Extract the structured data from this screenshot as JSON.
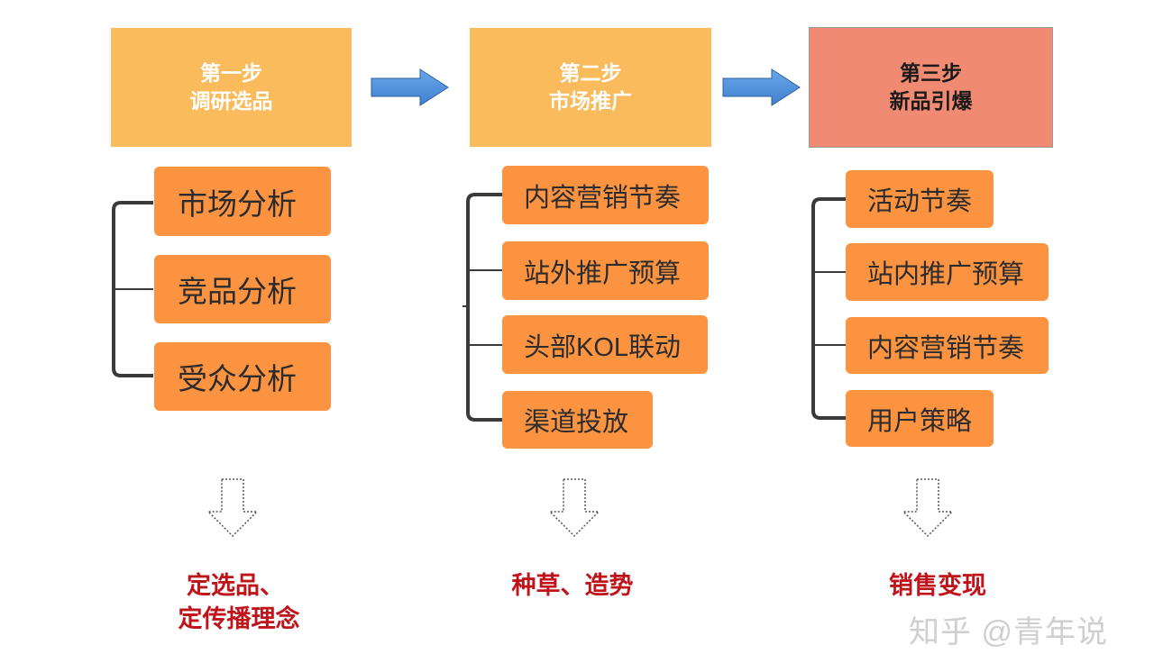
{
  "steps": [
    {
      "title": "第一步",
      "subtitle": "调研选品",
      "color": "#f9bb5b"
    },
    {
      "title": "第二步",
      "subtitle": "市场推广",
      "color": "#f9bb5b"
    },
    {
      "title": "第三步",
      "subtitle": "新品引爆",
      "color": "#f08a73"
    }
  ],
  "columns": [
    {
      "items": [
        "市场分析",
        "竞品分析",
        "受众分析"
      ]
    },
    {
      "items": [
        "内容营销节奏",
        "站外推广预算",
        "头部KOL联动",
        "渠道投放"
      ]
    },
    {
      "items": [
        "活动节奏",
        "站内推广预算",
        "内容营销节奏",
        "用户策略"
      ]
    }
  ],
  "outcomes": [
    {
      "line1": "定选品、",
      "line2": "定传播理念"
    },
    {
      "line1": "种草、造势",
      "line2": ""
    },
    {
      "line1": "销售变现",
      "line2": ""
    }
  ],
  "watermark": "知乎 @青年说",
  "colors": {
    "item": "#fb9340",
    "outcome": "#c0141b",
    "arrow": "#4a90d9",
    "bracket": "#3a3a3a"
  }
}
